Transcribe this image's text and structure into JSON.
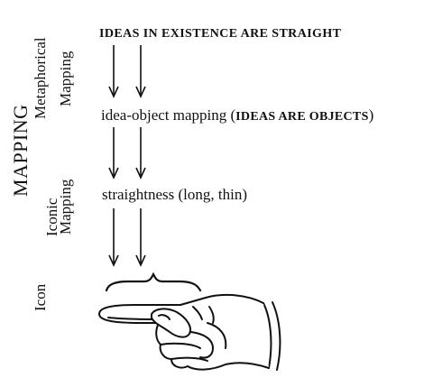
{
  "labels": {
    "mapping": "MAPPING",
    "metaphorical": "Metaphorical",
    "metaphorical_mapping": "Mapping",
    "iconic": "Iconic",
    "iconic_mapping": "Mapping",
    "icon": "Icon"
  },
  "steps": {
    "metaphor": "IDEAS IN EXISTENCE ARE STRAIGHT",
    "idea_object_prefix": "idea-object mapping (",
    "idea_object_bold": "IDEAS ARE OBJECTS",
    "idea_object_suffix": ")",
    "straightness": "straightness (long, thin)"
  },
  "icon_names": [
    "pointing-hand-icon",
    "brace-icon"
  ]
}
